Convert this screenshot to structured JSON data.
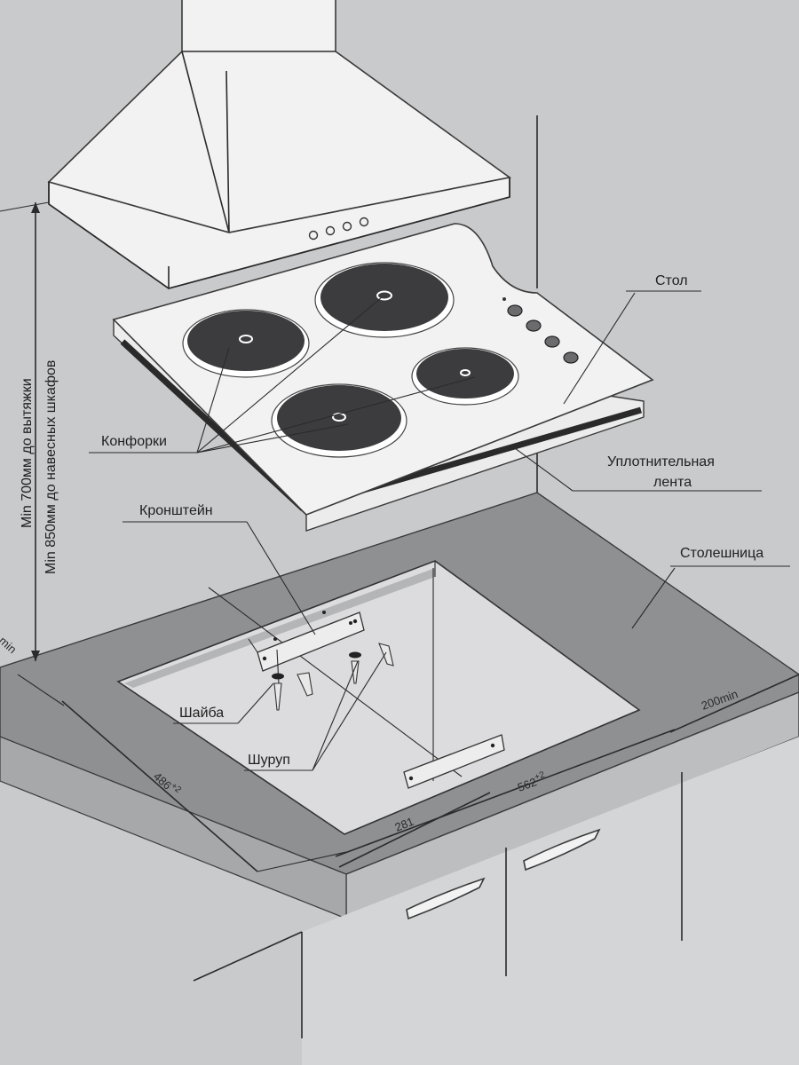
{
  "labels": {
    "table": "Стол",
    "burners": "Конфорки",
    "sealing_tape_line1": "Уплотнительная",
    "sealing_tape_line2": "лента",
    "bracket": "Кронштейн",
    "countertop": "Столешница",
    "washer": "Шайба",
    "screw": "Шуруп"
  },
  "vertical_notes": {
    "hood_distance": "Min 700мм до вытяжки",
    "cabinet_distance": "Min 850мм до навесных шкафов"
  },
  "dimensions": {
    "depth": "486",
    "depth_tol": "+2",
    "width": "562",
    "width_tol": "+2",
    "half_width": "281",
    "side_clearance": "200min",
    "front_clearance": "min"
  }
}
